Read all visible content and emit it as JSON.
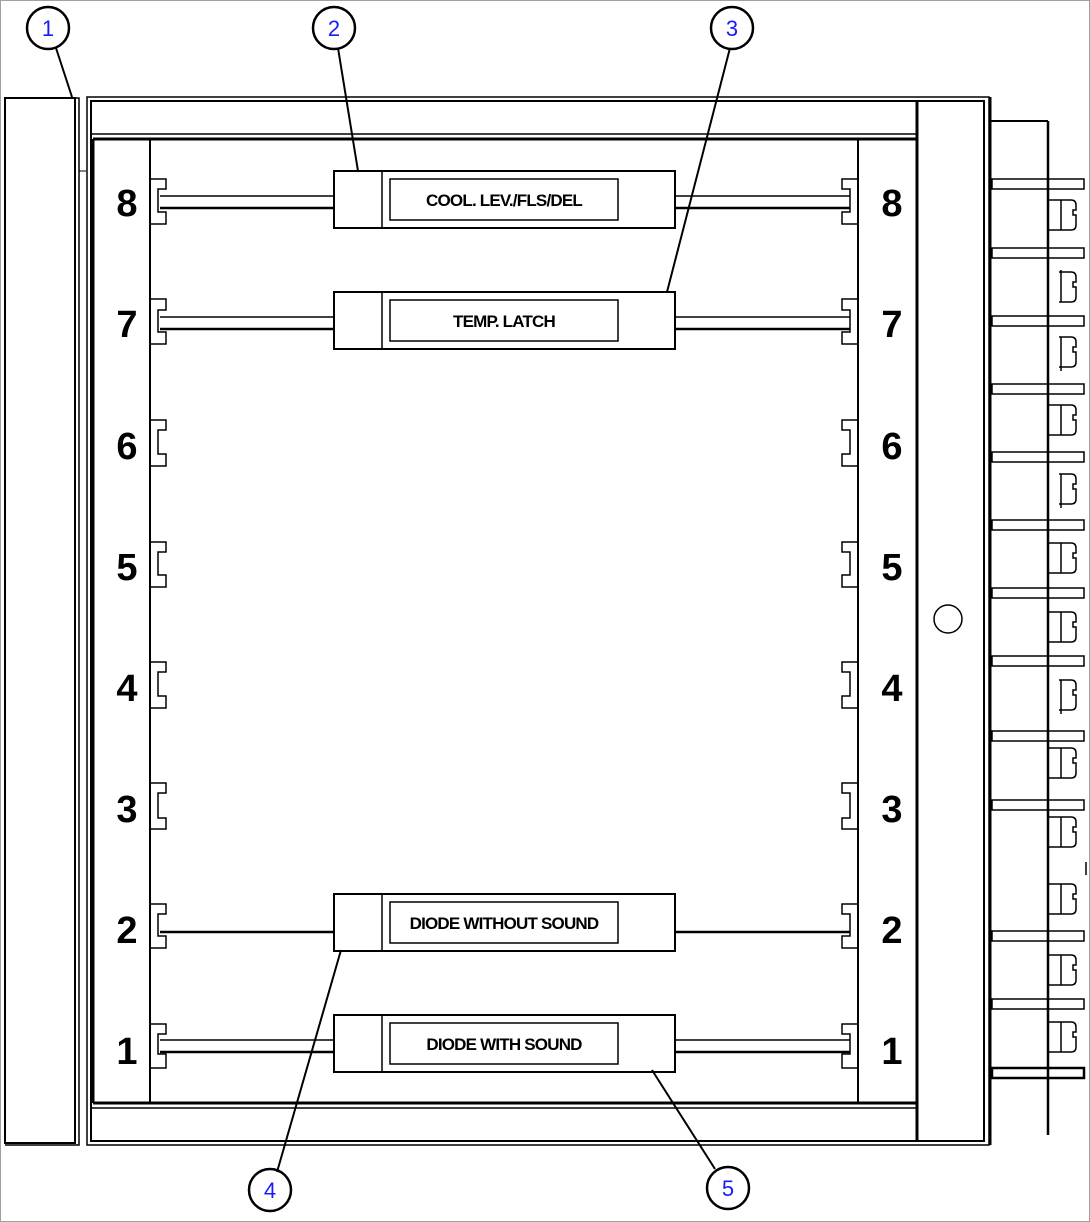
{
  "diagram": {
    "type": "module-rack-layout",
    "slots": [
      "1",
      "2",
      "3",
      "4",
      "5",
      "6",
      "7",
      "8"
    ],
    "modules": [
      {
        "slot": "8",
        "label": "COOL. LEV./FLS/DEL"
      },
      {
        "slot": "7",
        "label": "TEMP. LATCH"
      },
      {
        "slot": "2",
        "label": "DIODE WITHOUT SOUND"
      },
      {
        "slot": "1",
        "label": "DIODE WITH SOUND"
      }
    ],
    "callouts": [
      {
        "id": "1",
        "label": "1"
      },
      {
        "id": "2",
        "label": "2"
      },
      {
        "id": "3",
        "label": "3"
      },
      {
        "id": "4",
        "label": "4"
      },
      {
        "id": "5",
        "label": "5"
      }
    ],
    "colors": {
      "line": "#000000",
      "callout_text": "#1a1aff",
      "background": "#ffffff"
    }
  }
}
